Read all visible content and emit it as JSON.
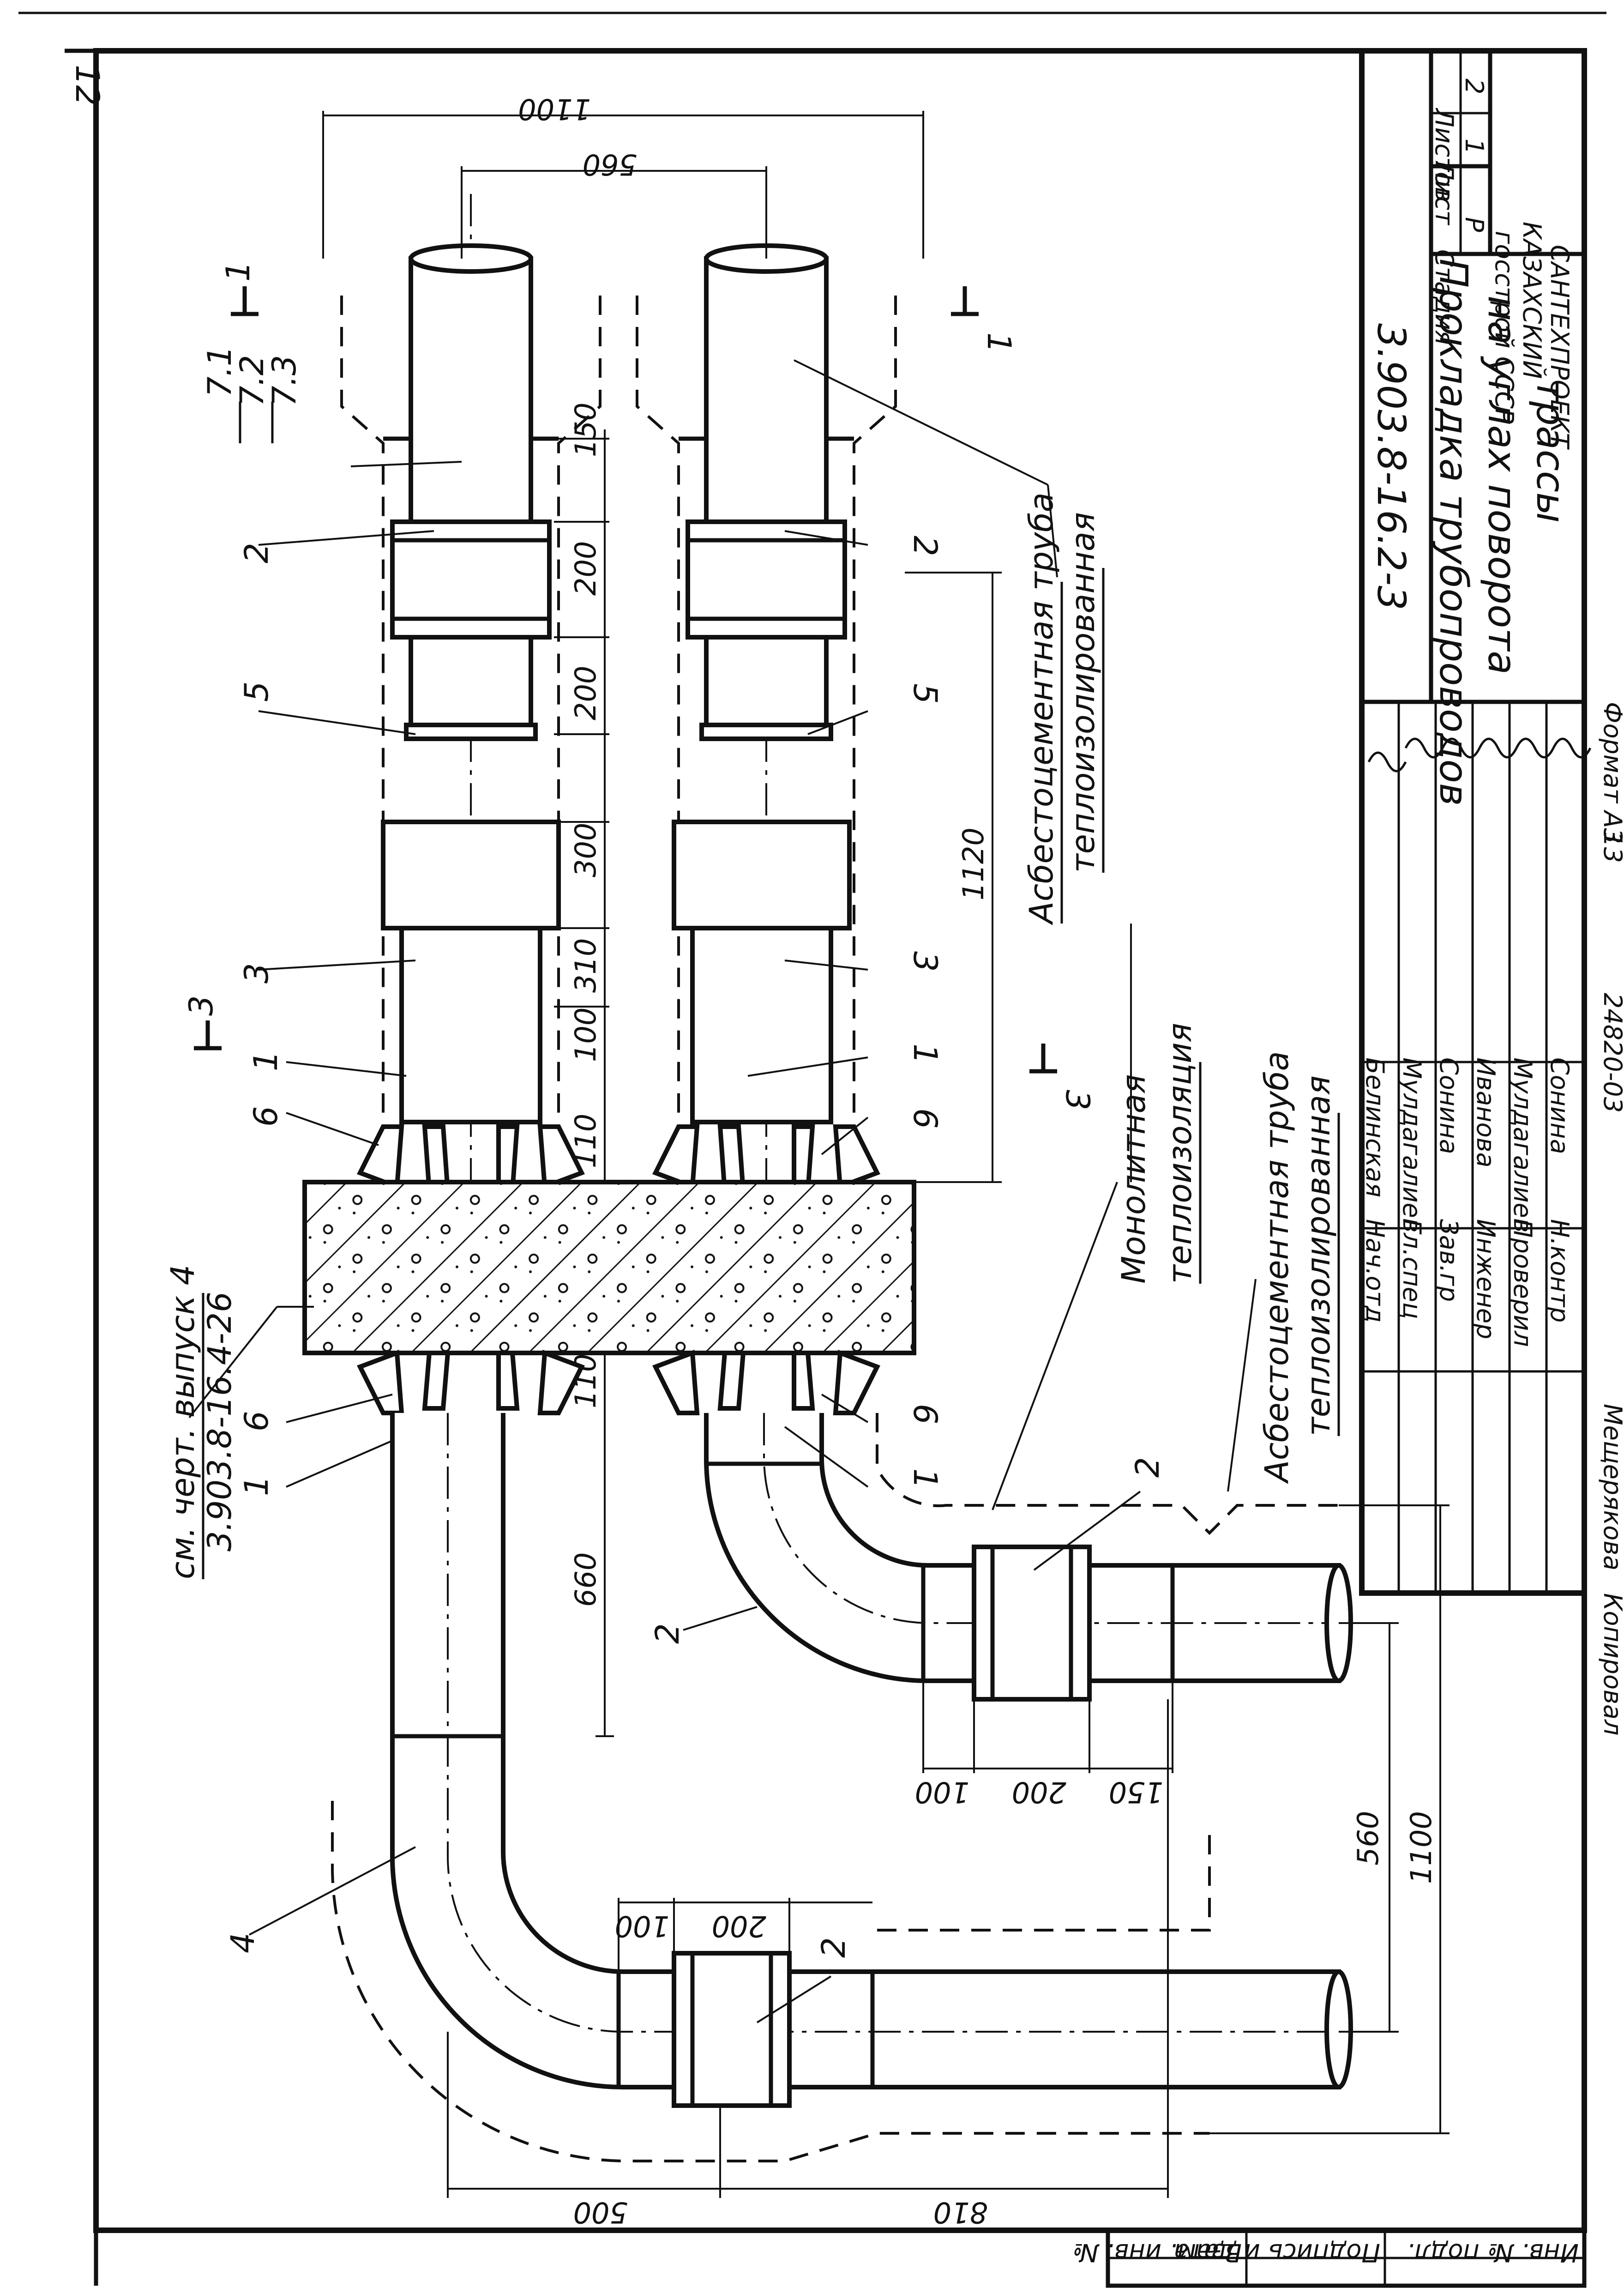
{
  "sheet": {
    "page_number": "12",
    "doc_code": "3.903.8-16.2-3",
    "format": "Формат А3",
    "copy_line": "24820-03",
    "copy_line_sheet": "13"
  },
  "title_block": {
    "title_line1": "Прокладка трубопроводов",
    "title_line2": "на углах поворота",
    "title_line3": "трассы",
    "stage_label": "Стадия",
    "sheet_label": "Лист",
    "sheets_label": "Листов",
    "stage_value": "Р",
    "sheet_value": "1",
    "sheets_value": "2",
    "org_line1": "госстрой СССР",
    "org_line2": "КАЗАХСКИЙ",
    "org_line3": "САНТЕХПРОЕКТ",
    "signers": [
      {
        "role": "Нач.отд",
        "name": "Белинская"
      },
      {
        "role": "Гл.спец",
        "name": "Мулдагалиев"
      },
      {
        "role": "Зав.гр",
        "name": "Сонина"
      },
      {
        "role": "Инженер",
        "name": "Иванова"
      },
      {
        "role": "Проверил",
        "name": "Мулдагалиев"
      },
      {
        "role": "Н.контр",
        "name": "Сонина"
      }
    ],
    "copied_by_label": "Копировал",
    "copied_by_name": "Мещерякова"
  },
  "annotations": {
    "pipe_upper": "Асбестоцементная труба",
    "pipe_upper_2": "теплоизолированная",
    "mono_1": "Монолитная",
    "mono_2": "теплоизоляция",
    "pipe_lower": "Асбестоцементная труба",
    "pipe_lower_2": "теплоизолированная",
    "ref_1": "см. черт. выпуск 4",
    "ref_2": "3.903.8-16.4-26"
  },
  "section_marks": {
    "s1": "1",
    "s3": "3"
  },
  "callouts": {
    "p1": "1",
    "p2": "2",
    "p3": "3",
    "p4": "4",
    "p5": "5",
    "p6": "6",
    "p71": "7.1",
    "p72": "7.2",
    "p73": "7.3"
  },
  "dimensions": {
    "d1100_top": "1100",
    "d560_top": "560",
    "d150": "150",
    "d200a": "200",
    "d200b": "200",
    "d300": "300",
    "d310": "310",
    "d100": "100",
    "d110a": "110",
    "d110b": "110",
    "d1120": "1120",
    "d660": "660",
    "d100_e": "100",
    "d200_e": "200",
    "d100_r": "100",
    "d200_r": "200",
    "d150_r": "150",
    "d560_r": "560",
    "d1100_r": "1100",
    "d500": "500",
    "d810": "810"
  },
  "archive_strip": {
    "l1": "Инв. № подл.",
    "l2": "Подпись и дата",
    "l3": "Взам. инв. №"
  }
}
